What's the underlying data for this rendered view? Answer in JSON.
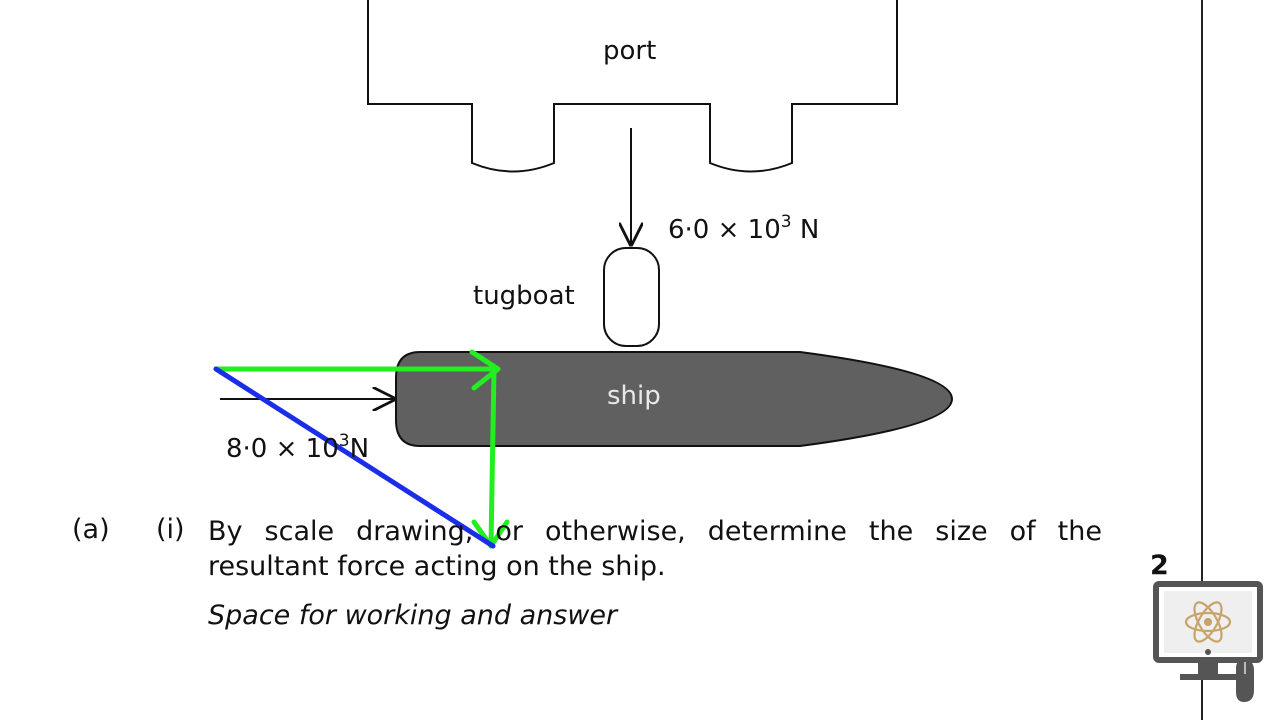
{
  "diagram": {
    "port_label": "port",
    "tugboat_label": "tugboat",
    "ship_label": "ship",
    "tug_force": {
      "mantissa": "6·0 × 10",
      "exponent": "3",
      "unit": " N"
    },
    "ship_force": {
      "mantissa": "8·0 × 10",
      "exponent": "3",
      "unit": "N"
    }
  },
  "question": {
    "part_letter": "(a)",
    "part_roman": "(i)",
    "text": "By scale drawing, or otherwise, determine the size of the resultant force acting on the ship.",
    "marks": "2",
    "working_label": "Space for working and answer"
  },
  "colors": {
    "ship_fill": "#606060",
    "green_annotation": "#22ee22",
    "blue_annotation": "#1a2ee8"
  },
  "logo": {
    "icon": "atom-monitor-icon"
  }
}
